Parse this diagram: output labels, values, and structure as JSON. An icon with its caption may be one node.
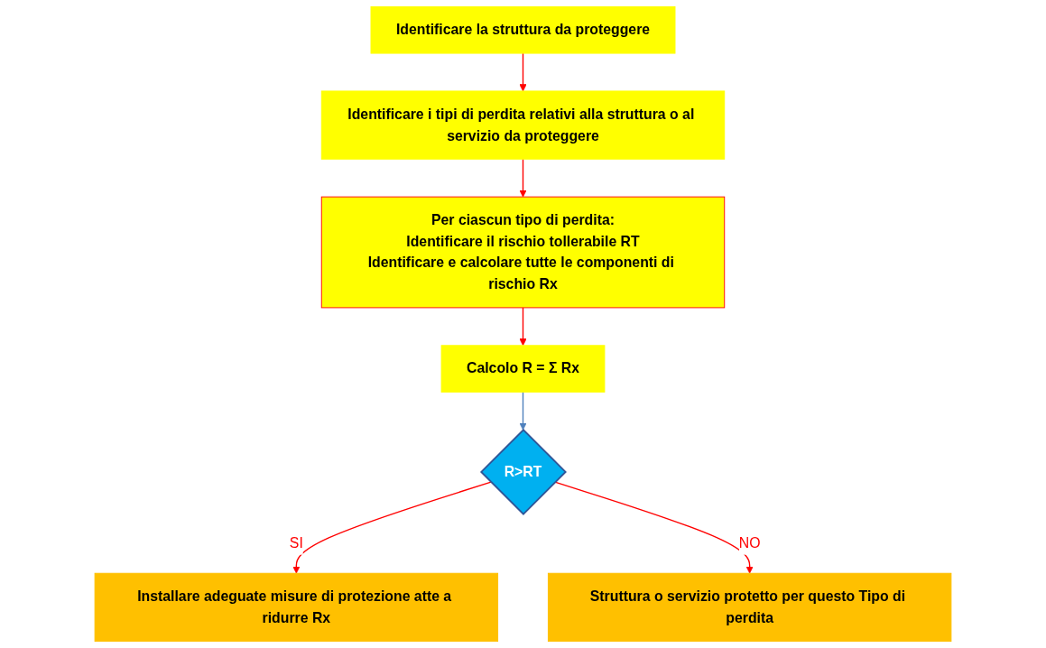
{
  "diagram": {
    "nodes": [
      {
        "text": [
          "Identificare la struttura da proteggere"
        ]
      },
      {
        "text": [
          "Identificare i tipi di perdita relativi alla struttura o al servizio da proteggere"
        ]
      },
      {
        "text": [
          "Per ciascun tipo di perdita:",
          "Identificare il rischio tollerabile RT",
          "Identificare e calcolare tutte le componenti di rischio Rx"
        ]
      },
      {
        "text": [
          "Calcolo R = Σ Rx"
        ]
      },
      {
        "text": [
          "R>RT"
        ]
      },
      {
        "text": [
          "Installare adeguate misure di protezione atte a ridurre Rx"
        ]
      },
      {
        "text": [
          "Struttura o servizio protetto per questo Tipo di perdita"
        ]
      }
    ],
    "edges": [
      {
        "from": 0,
        "to": 1,
        "arrow": "to"
      },
      {
        "from": 1,
        "to": 2,
        "arrow": "to"
      },
      {
        "from": 2,
        "to": 3,
        "arrow": "to"
      },
      {
        "from": 3,
        "to": 4,
        "arrow": "to",
        "color": "#4f81bd"
      },
      {
        "from": 4,
        "to": 5,
        "arrow": "to",
        "label": "SI"
      },
      {
        "from": 4,
        "to": 6,
        "arrow": "to",
        "label": "NO"
      }
    ]
  }
}
